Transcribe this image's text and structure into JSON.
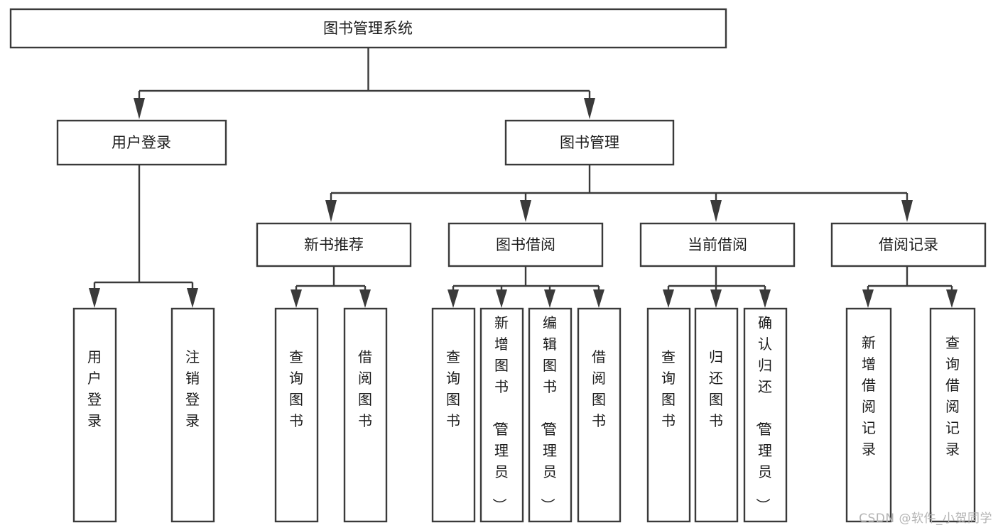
{
  "diagram": {
    "type": "hierarchy-tree",
    "title": "图书管理系统",
    "orientation": "top-down",
    "arrow_style": "filled-triangle-down",
    "box_fill": "#ffffff",
    "box_stroke": "#3a3a3a",
    "text_color": "#1c1c1c",
    "levels": 4,
    "root": {
      "id": "root",
      "label": "图书管理系统",
      "text_orientation": "horizontal"
    },
    "level1": [
      {
        "id": "user-login",
        "label": "用户登录",
        "text_orientation": "horizontal",
        "children": [
          {
            "id": "user-login-login",
            "label": "用户登录",
            "text_orientation": "vertical"
          },
          {
            "id": "user-login-logout",
            "label": "注销登录",
            "text_orientation": "vertical"
          }
        ]
      },
      {
        "id": "book-management",
        "label": "图书管理",
        "text_orientation": "horizontal",
        "children": [
          {
            "id": "new-book-recommend",
            "label": "新书推荐",
            "text_orientation": "horizontal",
            "children": [
              {
                "id": "nbr-query-book",
                "label": "查询图书",
                "text_orientation": "vertical"
              },
              {
                "id": "nbr-borrow-book",
                "label": "借阅图书",
                "text_orientation": "vertical"
              }
            ]
          },
          {
            "id": "book-borrow",
            "label": "图书借阅",
            "text_orientation": "horizontal",
            "children": [
              {
                "id": "bb-query-book",
                "label": "查询图书",
                "text_orientation": "vertical"
              },
              {
                "id": "bb-add-book",
                "label": "新增图书（管理员）",
                "text_orientation": "vertical"
              },
              {
                "id": "bb-edit-book",
                "label": "编辑图书（管理员）",
                "text_orientation": "vertical"
              },
              {
                "id": "bb-borrow-book",
                "label": "借阅图书",
                "text_orientation": "vertical"
              }
            ]
          },
          {
            "id": "current-borrow",
            "label": "当前借阅",
            "text_orientation": "horizontal",
            "children": [
              {
                "id": "cb-query-book",
                "label": "查询图书",
                "text_orientation": "vertical"
              },
              {
                "id": "cb-return-book",
                "label": "归还图书",
                "text_orientation": "vertical"
              },
              {
                "id": "cb-confirm-return",
                "label": "确认归还（管理员）",
                "text_orientation": "vertical"
              }
            ]
          },
          {
            "id": "borrow-records",
            "label": "借阅记录",
            "text_orientation": "horizontal",
            "children": [
              {
                "id": "br-add-record",
                "label": "新增借阅记录",
                "text_orientation": "vertical"
              },
              {
                "id": "br-query-record",
                "label": "查询借阅记录",
                "text_orientation": "vertical"
              }
            ]
          }
        ]
      }
    ]
  },
  "watermark": {
    "text": "CSDN @软件_小贺同学"
  }
}
